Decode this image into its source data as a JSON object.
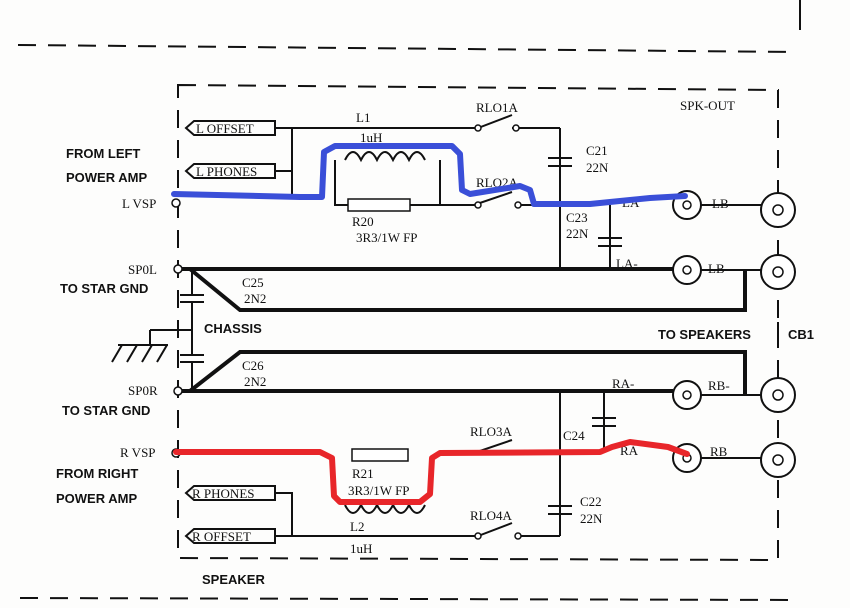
{
  "labels": {
    "l_offset": "L OFFSET",
    "l_phones": "L PHONES",
    "from_left": "FROM LEFT",
    "power_amp_left": "POWER AMP",
    "l_vsp": "L VSP",
    "l1": "L1",
    "l1_value": "1uH",
    "r20": "R20",
    "r20_value": "3R3/1W FP",
    "rlo1a": "RLO1A",
    "rlo2a": "RLO2A",
    "c21": "C21",
    "c21_value": "22N",
    "c23": "C23",
    "c23_value": "22N",
    "spk_out": "SPK-OUT",
    "la": "LA",
    "la_minus": "LA-",
    "lb": "LB",
    "lb_minus": "LB-",
    "sp0l": "SP0L",
    "to_star_gnd_top": "TO STAR GND",
    "c25": "C25",
    "c25_value": "2N2",
    "chassis": "CHASSIS",
    "to_speakers": "TO SPEAKERS",
    "cb1": "CB1",
    "c26": "C26",
    "c26_value": "2N2",
    "sp0r": "SP0R",
    "to_star_gnd_bottom": "TO STAR GND",
    "ra_minus": "RA-",
    "rb_minus": "RB-",
    "r_vsp": "R VSP",
    "from_right": "FROM RIGHT",
    "power_amp_right": "POWER AMP",
    "r21": "R21",
    "r21_value": "3R3/1W FP",
    "rlo3a": "RLO3A",
    "c24": "C24",
    "ra": "RA",
    "rb": "RB",
    "r_phones": "R PHONES",
    "l2": "L2",
    "l2_value": "1uH",
    "rlo4a": "RLO4A",
    "c22": "C22",
    "c22_value": "22N",
    "r_offset": "R OFFSET",
    "speaker": "SPEAKER"
  },
  "colors": {
    "left_highlight": "#3a4fd8",
    "right_highlight": "#e8262a",
    "ink": "#111111"
  },
  "icons": [
    "ground-symbol",
    "terminal-circle",
    "connector-jack"
  ]
}
